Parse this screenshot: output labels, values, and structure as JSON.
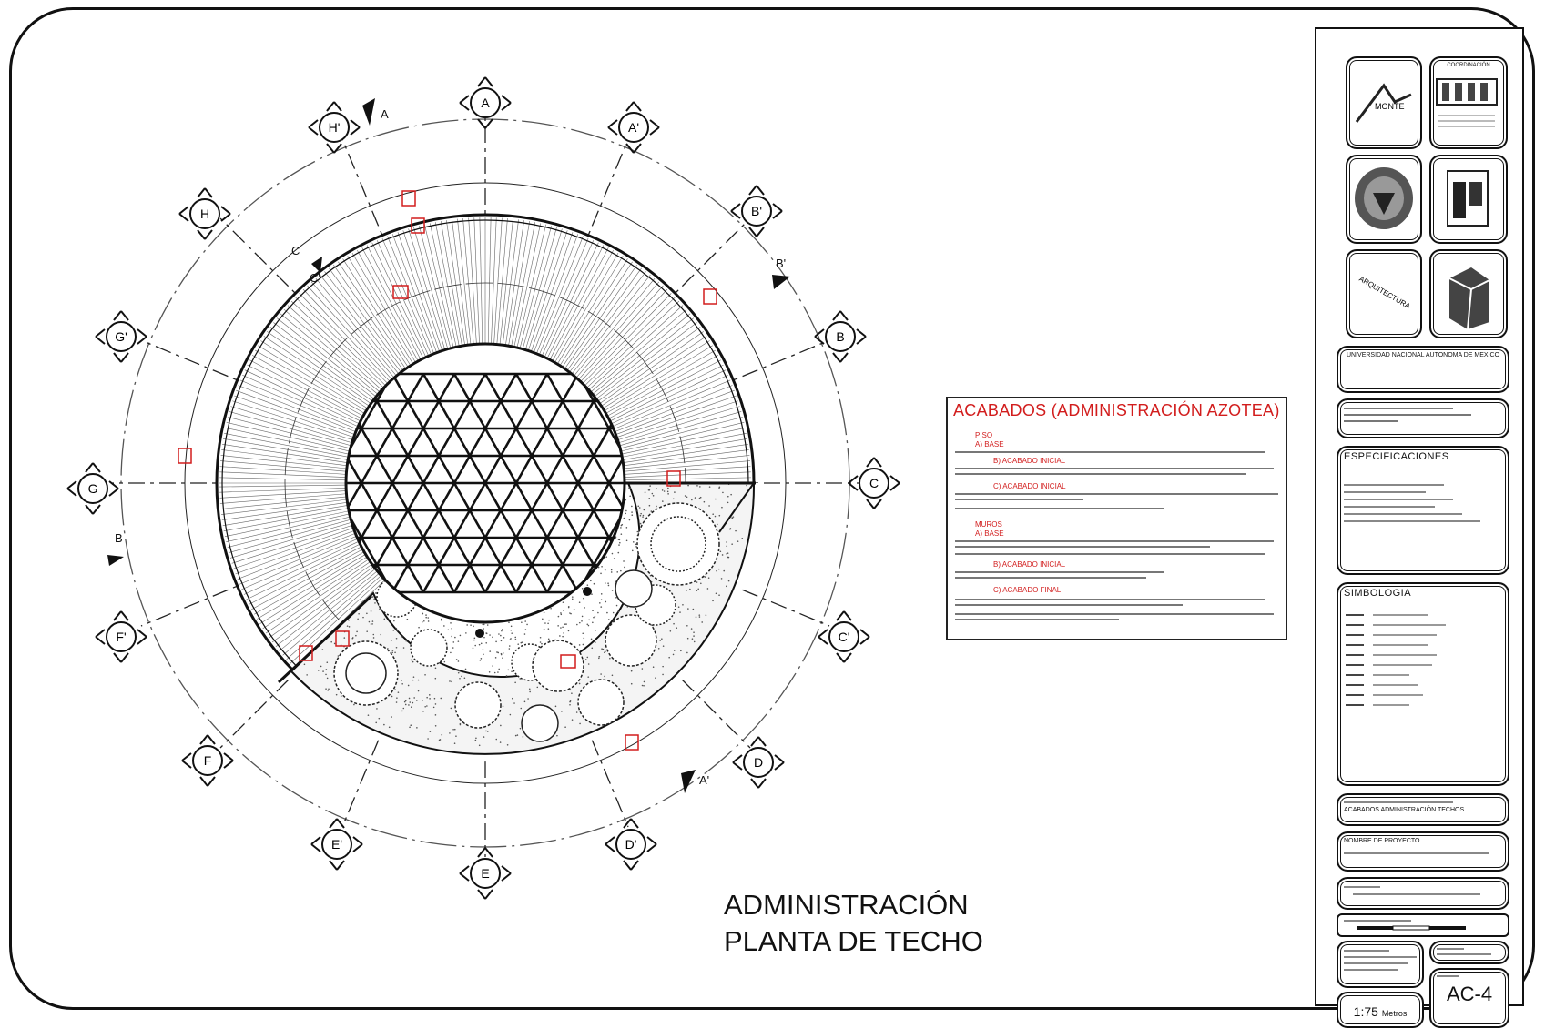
{
  "gridA": "A",
  "gridAp": "A'",
  "gridB": "B",
  "gridBp": "B'",
  "gridC": "C",
  "gridCp": "C'",
  "gridD": "D",
  "gridDp": "D'",
  "gridE": "E",
  "gridEp": "E'",
  "gridF": "F",
  "gridFp": "F'",
  "gridG": "G",
  "gridGp": "G'",
  "gridH": "H",
  "gridHp": "H'",
  "cutA": "A",
  "cutAp": "A'",
  "cutB": "B",
  "cutBp": "B'",
  "cutC": "C",
  "cutCp": "C'",
  "legend": {
    "title": "ACABADOS (ADMINISTRACIÓN AZOTEA)",
    "piso_label": "PISO",
    "acabado_base": "A) BASE",
    "acabado_inicial": "B) ACABADO INICIAL",
    "acabado_intermedio": "C) ACABADO INICIAL",
    "muros_label": "MUROS",
    "muros_base": "A) BASE",
    "muros_inicial": "B) ACABADO INICIAL",
    "acabado_final": "C) ACABADO FINAL"
  },
  "drawing_title": {
    "line1": "ADMINISTRACIÓN",
    "line2": "PLANTA DE TECHO"
  },
  "titleblock": {
    "coord_label": "COORDINACIÓN",
    "logo1": "MONTE",
    "logo3": "ARQUITECTURA",
    "university": "UNIVERSIDAD NACIONAL AUTONOMA DE MEXICO",
    "spec_head": "ESPECIFICACIONES",
    "simb_head": "SIMBOLOGIA",
    "plano_label": "ACABADOS ADMINISTRACIÓN TECHOS",
    "nombre_head": "NOMBRE DE PROYECTO",
    "escala": "1:75",
    "unidades": "Metros",
    "clave": "AC-4"
  }
}
